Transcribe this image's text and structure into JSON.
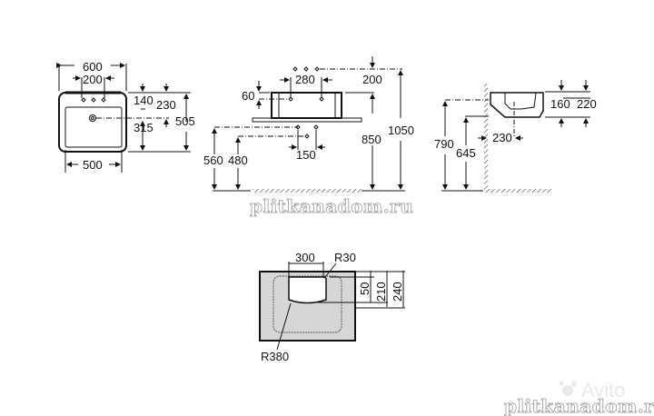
{
  "top_view": {
    "width_total": "600",
    "tap_spacing": "200",
    "tap_offset": "140",
    "drain_offset": "230",
    "drain_to_front": "315",
    "depth_total": "505",
    "bowl_width": "500"
  },
  "front_view": {
    "tap_spacing": "280",
    "tap_height_above_rim": "200",
    "tap_drop": "60",
    "rim_height": "850",
    "total_height": "1050",
    "supply_height_hot_cold": "560",
    "waste_height": "480",
    "supply_spacing": "150"
  },
  "side_view": {
    "bowl_depth": "160",
    "overall_depth": "220",
    "drain_from_wall": "230",
    "upper_height": "790",
    "lower_height": "645"
  },
  "cutout_template": {
    "width": "300",
    "corner_radius": "R30",
    "front_radius": "R380",
    "offset_a": "50",
    "offset_b": "210",
    "offset_c": "240"
  },
  "watermarks": {
    "site_middle": "plitkanadom.ru",
    "site_bottom": "plitkanadom.ru",
    "avito": "Avito"
  }
}
